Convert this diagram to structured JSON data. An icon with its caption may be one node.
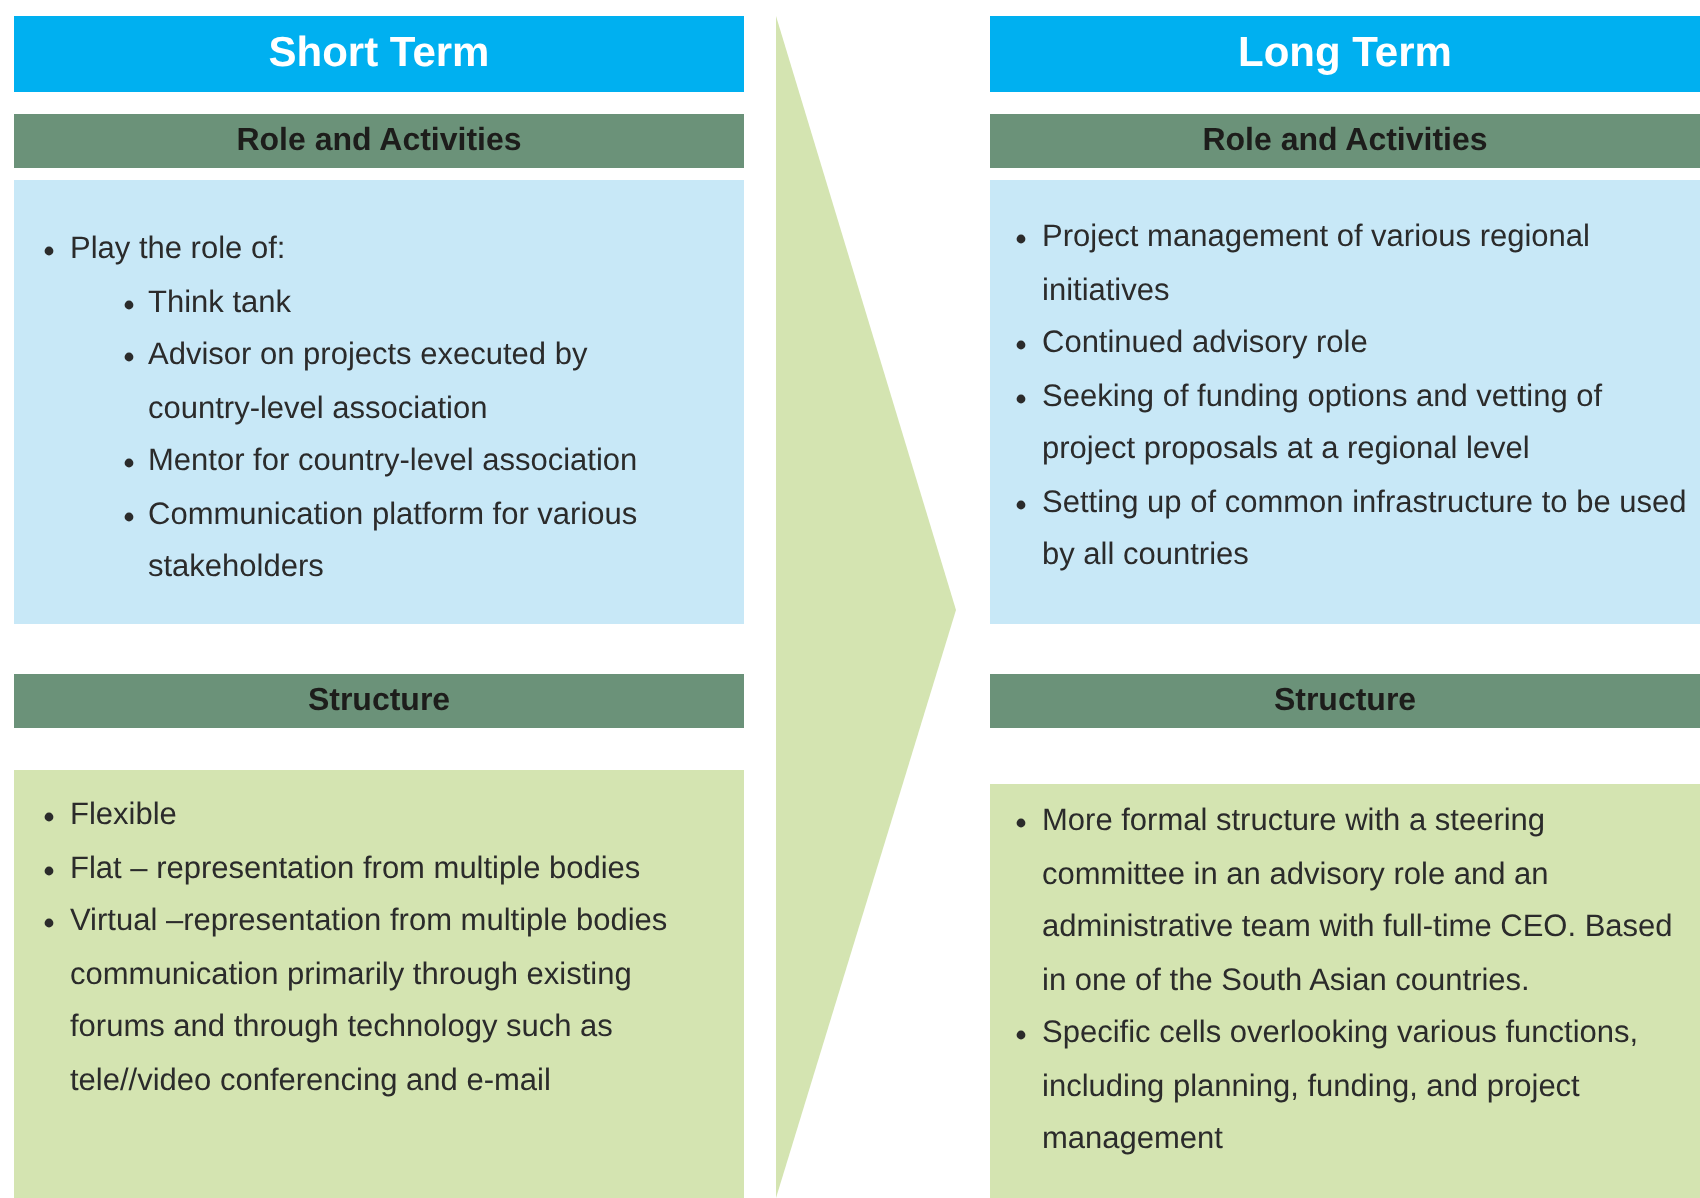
{
  "diagram": {
    "nodes": [
      {
        "text": [
          "Short Term"
        ]
      },
      {
        "text": [
          "Role and Activities"
        ]
      },
      {
        "text": [
          "Play the role of:",
          "Think tank",
          "Advisor on projects executed by country-level association",
          "Mentor for country-level association",
          "Communication platform for various stakeholders"
        ]
      },
      {
        "text": [
          "Structure"
        ]
      },
      {
        "text": [
          "Flexible",
          "Flat  – representation from multiple bodies",
          "Virtual  –representation from multiple bodies communication primarily through existing forums and through technology such as tele//video conferencing and e-mail"
        ]
      },
      {
        "text": [
          "Long Term"
        ]
      },
      {
        "text": [
          "Role and Activities"
        ]
      },
      {
        "text": [
          "Project management of various regional initiatives",
          "Continued advisory role",
          "Seeking of funding options and vetting of project proposals at a regional level",
          "Setting up of common infrastructure to be used by all countries"
        ]
      },
      {
        "text": [
          "Structure"
        ]
      },
      {
        "text": [],
        "shape": "chevron"
      },
      {
        "text": [
          "More formal structure with a steering committee in an advisory role and an administrative team with full-time CEO. Based in one of the South Asian countries.",
          "Specific cells overlooking various functions, including planning, funding, and project management"
        ]
      }
    ],
    "edges": []
  }
}
